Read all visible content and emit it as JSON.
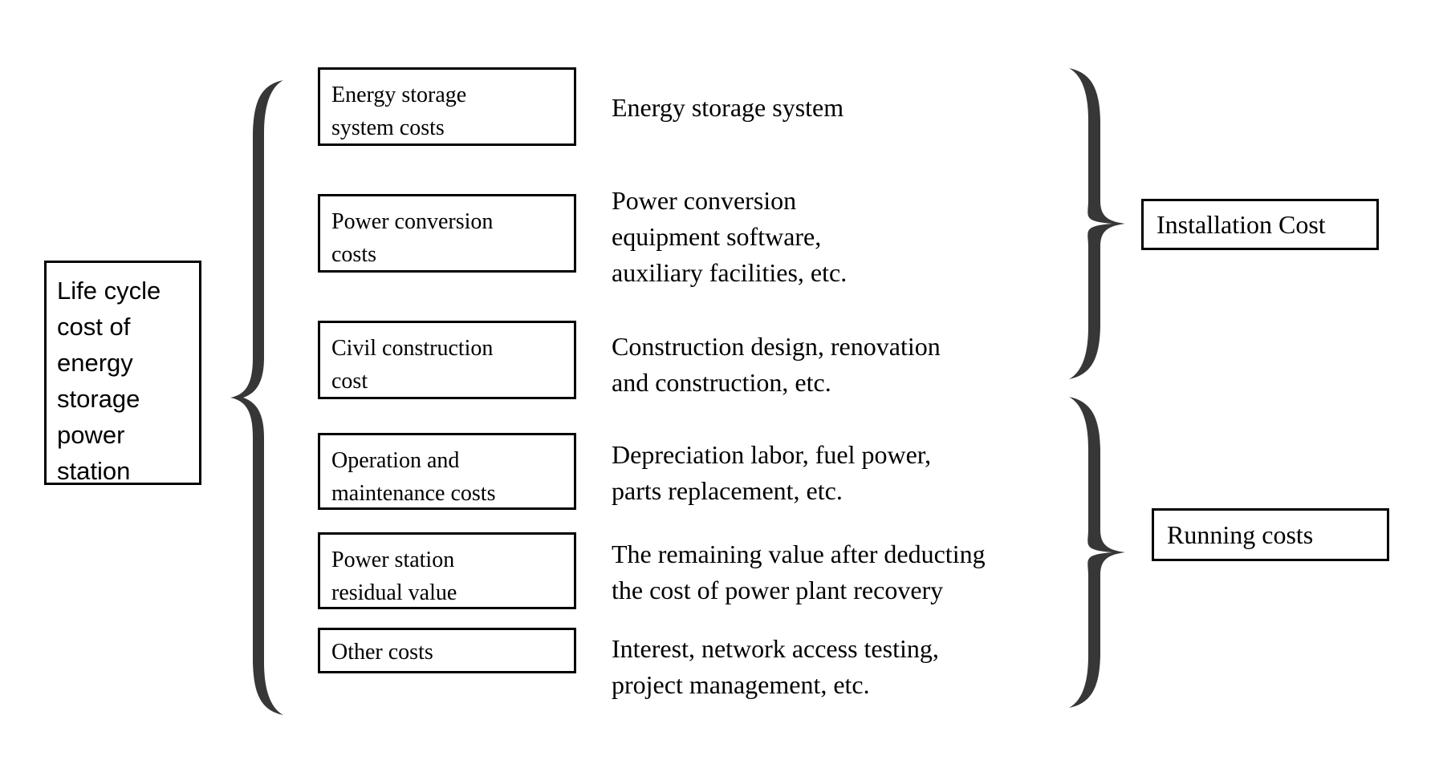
{
  "diagram": {
    "title": "Life cycle cost of energy storage power station breakdown",
    "brace_color": "#373737",
    "box_border_color": "#000000",
    "text_color": "#000000",
    "background_color": "#ffffff"
  },
  "root": {
    "label": "Life cycle\ncost of\nenergy\nstorage\npower\nstation"
  },
  "categories": [
    {
      "label": "Energy storage\nsystem costs",
      "description": "Energy storage system"
    },
    {
      "label": "Power conversion\ncosts",
      "description": "Power conversion\nequipment software,\nauxiliary facilities, etc."
    },
    {
      "label": "Civil construction\ncost",
      "description": "Construction design, renovation\nand construction, etc."
    },
    {
      "label": "Operation and\nmaintenance costs",
      "description": "Depreciation labor, fuel power,\nparts replacement, etc."
    },
    {
      "label": "Power station\nresidual value",
      "description": "The remaining value after deducting\nthe cost of power plant recovery"
    },
    {
      "label": "Other costs",
      "description": "Interest, network access testing,\nproject management, etc."
    }
  ],
  "groups": [
    {
      "label": "Installation Cost"
    },
    {
      "label": "Running costs"
    }
  ]
}
